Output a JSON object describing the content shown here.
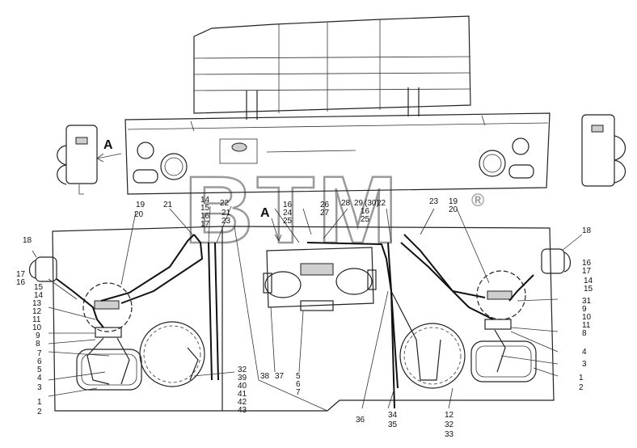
{
  "watermark": {
    "text": "BTM",
    "mark": "®"
  },
  "view_labels": [
    "A",
    "A"
  ],
  "callouts": [
    "18",
    "17",
    "16",
    "15",
    "14",
    "13",
    "12",
    "11",
    "10",
    "9",
    "8",
    "7",
    "6",
    "5",
    "4",
    "3",
    "1",
    "2",
    "19",
    "20",
    "21",
    "14",
    "15",
    "16",
    "17",
    "22",
    "21",
    "23",
    "16",
    "24",
    "25",
    "26",
    "27",
    "28",
    "29",
    "(30)",
    "22",
    "16",
    "25",
    "23",
    "19",
    "20",
    "18",
    "16",
    "17",
    "14",
    "15",
    "31",
    "9",
    "10",
    "11",
    "8",
    "4",
    "3",
    "1",
    "2",
    "32",
    "39",
    "40",
    "41",
    "42",
    "43",
    "38",
    "37",
    "5",
    "6",
    "7",
    "36",
    "34",
    "35",
    "12",
    "32",
    "33"
  ]
}
